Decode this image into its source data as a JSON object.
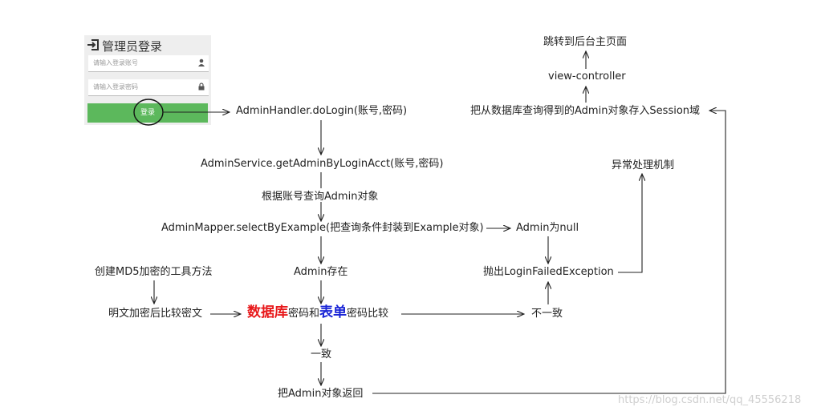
{
  "login_panel": {
    "title": "管理员登录",
    "account_placeholder": "请输入登录账号",
    "password_placeholder": "请输入登录密码",
    "login_button": "登录"
  },
  "nodes": {
    "do_login": "AdminHandler.doLogin(账号,密码)",
    "service_get": "AdminService.getAdminByLoginAcct(账号,密码)",
    "query_by_acct": "根据账号查询Admin对象",
    "mapper_select": "AdminMapper.selectByExample(把查询条件封装到Example对象)",
    "admin_null": "Admin为null",
    "admin_exists": "Admin存在",
    "throw_exception": "抛出LoginFailedException",
    "exception_mechanism": "异常处理机制",
    "create_md5": "创建MD5加密的工具方法",
    "plain_encrypt": "明文加密后比较密文",
    "compare_db": "数据库",
    "compare_mid": "密码和",
    "compare_form": "表单",
    "compare_end": "密码比较",
    "mismatch": "不一致",
    "match": "一致",
    "return_admin": "把Admin对象返回",
    "save_session": "把从数据库查询得到的Admin对象存入Session域",
    "view_controller": "view-controller",
    "jump_main": "跳转到后台主页面"
  },
  "watermark": "https://blog.csdn.net/qq_45556218",
  "colors": {
    "db_red": "#e8191b",
    "form_blue": "#1a25d6",
    "button_green": "#5cb85c",
    "line": "#222222"
  }
}
